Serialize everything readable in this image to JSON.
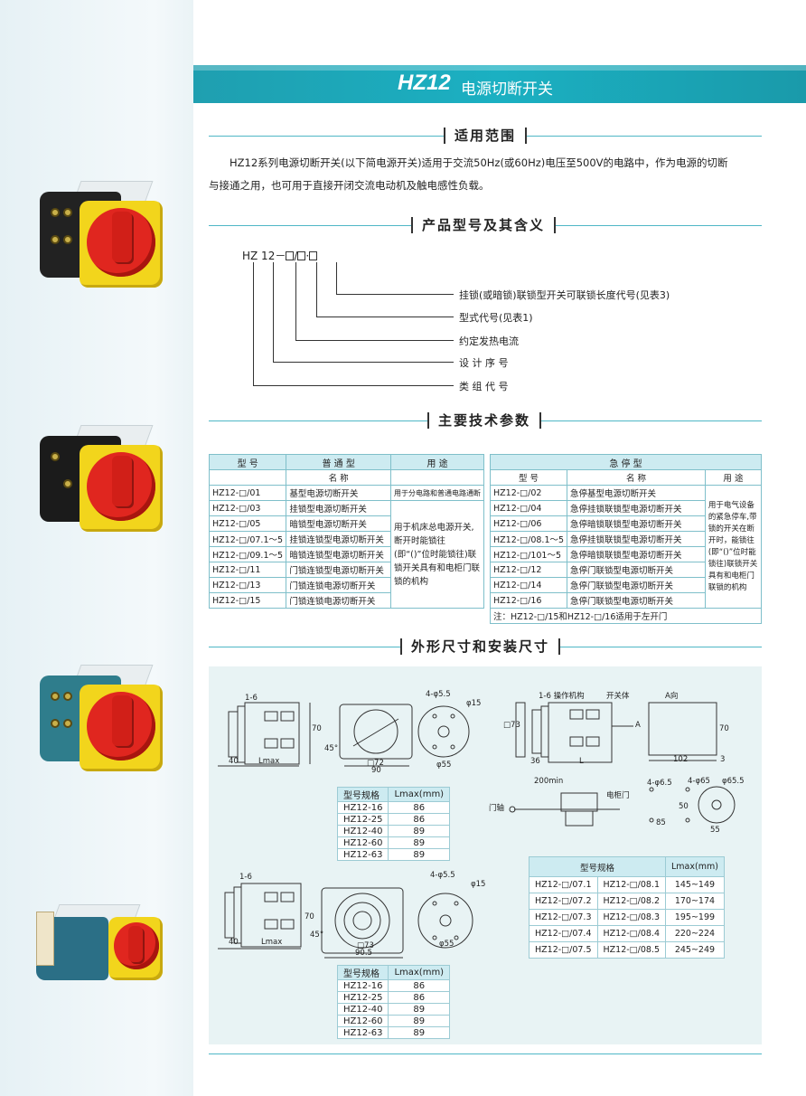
{
  "header": {
    "title": "HZ12",
    "title_cn": "电源切断开关"
  },
  "sections": {
    "scope": "适用范围",
    "model": "产品型号及其含义",
    "params": "主要技术参数",
    "dims": "外形尺寸和安装尺寸"
  },
  "scope_text": {
    "line1": "HZ12系列电源切断开关(以下简电源开关)适用于交流50Hz(或60Hz)电压至500V的电路中，作为电源的切断",
    "line2": "与接通之用，也可用于直接开闭交流电动机及触电感性负载。"
  },
  "model_code": {
    "prefix": "HZ 12－",
    "slash": "/",
    "dot": "·"
  },
  "model_meanings": [
    "挂锁(或暗锁)联锁型开关可联锁长度代号(见表3)",
    "型式代号(见表1)",
    "约定发热电流",
    "设 计 序 号",
    "类 组 代 号"
  ],
  "table_normal": {
    "header": {
      "col1": "型 号",
      "col2": "普 通 型",
      "col3": "用 途"
    },
    "subheader": "名 称",
    "rows": [
      {
        "model": "HZ12-□/01",
        "name": "基型电源切断开关"
      },
      {
        "model": "HZ12-□/03",
        "name": "挂锁型电源切断开关"
      },
      {
        "model": "HZ12-□/05",
        "name": "暗锁型电源切断开关"
      },
      {
        "model": "HZ12-□/07.1～5",
        "name": "挂锁连锁型电源切断开关"
      },
      {
        "model": "HZ12-□/09.1～5",
        "name": "暗锁连锁型电源切断开关"
      },
      {
        "model": "HZ12-□/11",
        "name": "门锁连锁型电源切断开关"
      },
      {
        "model": "HZ12-□/13",
        "name": "门锁连锁电源切断开关"
      },
      {
        "model": "HZ12-□/15",
        "name": "门锁连锁电源切断开关"
      }
    ],
    "use1": "用于分电路和普通电路通断",
    "use2": "用于机床总电源开关,断开时能锁往(即“()”位时能锁往)联锁开关具有和电柜门联锁的机构"
  },
  "table_emergency": {
    "header": {
      "col2": "急 停 型"
    },
    "subheader": {
      "model": "型 号",
      "name": "名 称",
      "use": "用 途"
    },
    "rows": [
      {
        "model": "HZ12-□/02",
        "name": "急停基型电源切断开关"
      },
      {
        "model": "HZ12-□/04",
        "name": "急停挂锁联锁型电源切断开关"
      },
      {
        "model": "HZ12-□/06",
        "name": "急停暗锁联锁型电源切断开关"
      },
      {
        "model": "HZ12-□/08.1～5",
        "name": "急停挂锁联锁型电源切断开关"
      },
      {
        "model": "HZ12-□/101～5",
        "name": "急停暗锁联锁型电源切断开关"
      },
      {
        "model": "HZ12-□/12",
        "name": "急停门联锁型电源切断开关"
      },
      {
        "model": "HZ12-□/14",
        "name": "急停门联锁型电源切断开关"
      },
      {
        "model": "HZ12-□/16",
        "name": "急停门联锁型电源切断开关"
      }
    ],
    "use": "用于电气设备的紧急停车,带锁的开关在断开时，能锁往(即“()”位时能锁往)联锁开关具有和电柜门联锁的机构",
    "note": "注：HZ12-□/15和HZ12-□/16适用于左开门"
  },
  "dim_labels": {
    "d16": "1-6",
    "lmax": "Lmax",
    "d40": "40",
    "d70": "70",
    "d45": "45°",
    "d72": "□72",
    "d90": "90",
    "d4_55": "4-φ5.5",
    "d15": "φ15",
    "d55": "φ55",
    "d905": "90.5",
    "d73": "□73",
    "op_mech": "1-6 操作机构",
    "switch_body": "开关体",
    "a_dir": "A向",
    "a": "A",
    "d36": "36",
    "L": "L",
    "d102": "102",
    "d3": "3",
    "d200": "200min",
    "door_axis": "门轴",
    "cab_door": "电柜门",
    "d465": "4-φ6.5",
    "d4_65": "4-φ65",
    "d655": "φ65.5",
    "d85": "85",
    "d50": "50",
    "d55b": "55"
  },
  "spec_a": {
    "header": [
      "型号规格",
      "Lmax(mm)"
    ],
    "rows": [
      [
        "HZ12-16",
        "86"
      ],
      [
        "HZ12-25",
        "86"
      ],
      [
        "HZ12-40",
        "89"
      ],
      [
        "HZ12-60",
        "89"
      ],
      [
        "HZ12-63",
        "89"
      ]
    ]
  },
  "spec_b": {
    "header": [
      "型号规格",
      "Lmax(mm)"
    ],
    "rows": [
      [
        "HZ12-16",
        "86"
      ],
      [
        "HZ12-25",
        "86"
      ],
      [
        "HZ12-40",
        "89"
      ],
      [
        "HZ12-60",
        "89"
      ],
      [
        "HZ12-63",
        "89"
      ]
    ]
  },
  "spec_c": {
    "header": [
      "型号规格",
      "Lmax(mm)"
    ],
    "rows": [
      [
        "HZ12-□/07.1",
        "HZ12-□/08.1",
        "145~149"
      ],
      [
        "HZ12-□/07.2",
        "HZ12-□/08.2",
        "170~174"
      ],
      [
        "HZ12-□/07.3",
        "HZ12-□/08.3",
        "195~199"
      ],
      [
        "HZ12-□/07.4",
        "HZ12-□/08.4",
        "220~224"
      ],
      [
        "HZ12-□/07.5",
        "HZ12-□/08.5",
        "245~249"
      ]
    ]
  },
  "colors": {
    "accent": "#1fa8b8",
    "table_header": "#cdebf1",
    "knob_red": "#e0261f",
    "plate_yellow": "#f2d51c"
  }
}
